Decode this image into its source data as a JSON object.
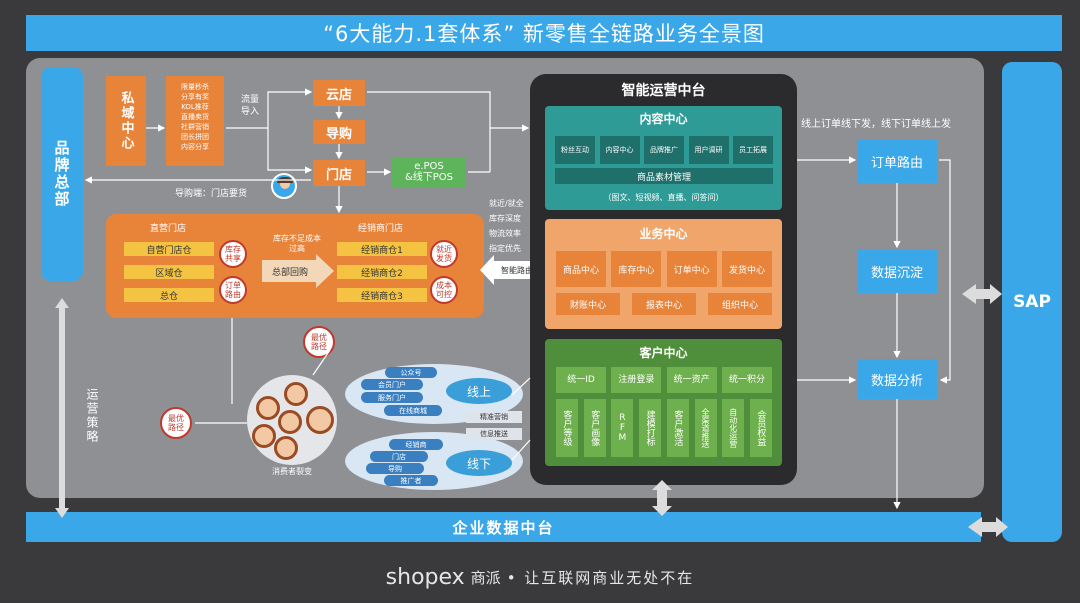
{
  "title": "“6大能力.1套体系” 新零售全链路业务全景图",
  "left_bar": "品牌总部",
  "private_domain": {
    "title": "私域中心",
    "items": [
      "限量秒杀",
      "分享有奖",
      "KOL推荐",
      "直播卖货",
      "社群营销",
      "团长拼团",
      "内容分享"
    ]
  },
  "traffic_label": "流量导入",
  "channels": {
    "cloud": "云店",
    "guide": "导购",
    "store": "门店"
  },
  "epos": "e.POS\n&线下POS",
  "guide_note": "导购端：门店要货",
  "direct_store": {
    "title": "直营门店",
    "items": [
      "自营门店仓",
      "区域仓",
      "总仓"
    ]
  },
  "dealer_store": {
    "title": "经销商门店",
    "items": [
      "经销商仓1",
      "经销商仓2",
      "经销商仓3"
    ]
  },
  "stamps": {
    "inventory_share": "库存共享",
    "order_route": "订单路由",
    "nearby": "就近发货",
    "cost": "成本可控",
    "best_path1": "最优路径",
    "best_path2": "最优路径"
  },
  "middle_text": {
    "shortage": "库存不足成本过高",
    "hq_return": "总部回购"
  },
  "rules": [
    "就近/就全",
    "库存深度",
    "物流效率",
    "指定优先"
  ],
  "smart_route": "智能路由",
  "ops_center": {
    "title": "智能运营中台",
    "content": {
      "title": "内容中心",
      "items": [
        "粉丝互动",
        "内容中心",
        "品牌推广",
        "用户调研",
        "员工拓展"
      ],
      "material": "商品素材管理",
      "material_note": "（图文、短视频、直播、问答问）"
    },
    "business": {
      "title": "业务中心",
      "row1": [
        "商品中心",
        "库存中心",
        "订单中心",
        "发货中心"
      ],
      "row2": [
        "财账中心",
        "报表中心",
        "组织中心"
      ]
    },
    "customer": {
      "title": "客户中心",
      "row1": [
        "统一ID",
        "注册登录",
        "统一资产",
        "统一积分"
      ],
      "row2": [
        "客户等级",
        "客户画像",
        "RFM",
        "建模打标",
        "客户激活",
        "全渠道推送",
        "自动化运营",
        "会员权益"
      ]
    }
  },
  "online_note": "线上订单线下发，线下订单线上发",
  "right_flow": [
    "订单路由",
    "数据沉淀",
    "数据分析"
  ],
  "sap": "SAP",
  "ops_strategy": "运营策略",
  "consumer": {
    "label": "消费者裂变",
    "online": "线上",
    "offline": "线下",
    "online_items": [
      "公众号",
      "会员门户",
      "服务门户",
      "在线商城"
    ],
    "offline_items": [
      "经销商",
      "门店",
      "导购",
      "推广者"
    ],
    "middle_items": [
      "精准营销",
      "信息推送"
    ]
  },
  "enterprise_bar": "企业数据中台",
  "footer": {
    "brand": "shopex",
    "brand_cn": "商派",
    "slogan": "• 让互联网商业无处不在"
  }
}
